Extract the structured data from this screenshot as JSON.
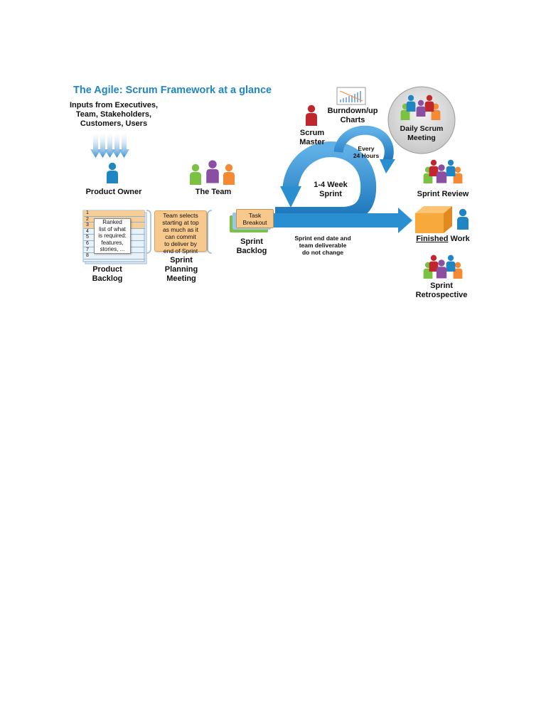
{
  "title": "The Agile: Scrum Framework at a glance",
  "inputs": [
    "Inputs from Executives,",
    "Team, Stakeholders,",
    "Customers, Users"
  ],
  "labels": {
    "product_owner": "Product Owner",
    "the_team": "The Team",
    "scrum_master": [
      "Scrum",
      "Master"
    ],
    "burndown": [
      "Burndown/up",
      "Charts"
    ],
    "daily_scrum": [
      "Daily Scrum",
      "Meeting"
    ],
    "every_24": [
      "Every",
      "24 Hours"
    ],
    "sprint": [
      "1-4 Week",
      "Sprint"
    ],
    "sprint_review": "Sprint Review",
    "finished": "Finished",
    "work": " Work",
    "sprint_retro": [
      "Sprint",
      "Retrospective"
    ],
    "product_backlog": [
      "Product",
      "Backlog"
    ],
    "sprint_planning": [
      "Sprint",
      "Planning",
      "Meeting"
    ],
    "sprint_backlog": [
      "Sprint",
      "Backlog"
    ],
    "sprint_end": [
      "Sprint end date and",
      "team deliverable",
      "do not change"
    ]
  },
  "product_backlog_rows": [
    "1",
    "2",
    "3",
    "4",
    "5",
    "6",
    "7",
    "8"
  ],
  "backlog_note": [
    "Ranked",
    "list of what",
    "is required:",
    "features,",
    "stories, ..."
  ],
  "planning_note": [
    "Team selects",
    "starting at top",
    "as much as it",
    "can commit",
    "to deliver by",
    "end of Sprint"
  ],
  "task_breakout": [
    "Task",
    "Breakout"
  ],
  "colors": {
    "title": "#1f86c3",
    "arrow": "#2a8fd1",
    "orange": "#f8c98d",
    "box": "#f7a93b"
  }
}
